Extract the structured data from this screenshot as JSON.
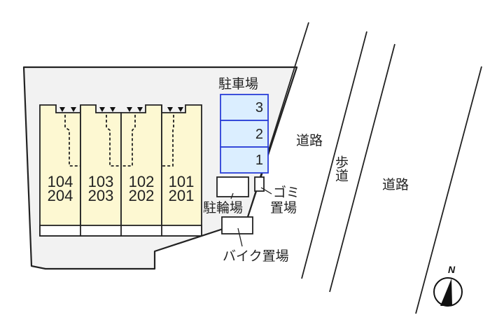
{
  "colors": {
    "lot_fill": "#f2f2f2",
    "building_fill": "#fdf8d2",
    "parking_fill": "#dbeeff",
    "parking_stroke": "#2a3fd8",
    "line": "#222222"
  },
  "buildings": [
    {
      "units": [
        "104",
        "204"
      ]
    },
    {
      "units": [
        "103",
        "203"
      ]
    },
    {
      "units": [
        "102",
        "202"
      ]
    },
    {
      "units": [
        "101",
        "201"
      ]
    }
  ],
  "parking": {
    "label": "駐車場",
    "spots": [
      "3",
      "2",
      "1"
    ]
  },
  "labels": {
    "bicycle_parking": "駐輪場",
    "garbage_area": "ゴミ置場",
    "garbage_line1": "ゴミ",
    "garbage_line2": "置場",
    "motorbike_parking": "バイク置場",
    "road_near": "道路",
    "sidewalk": "歩道",
    "road_far": "道路"
  },
  "compass": {
    "label": "N",
    "icon": "north-arrow-icon"
  }
}
